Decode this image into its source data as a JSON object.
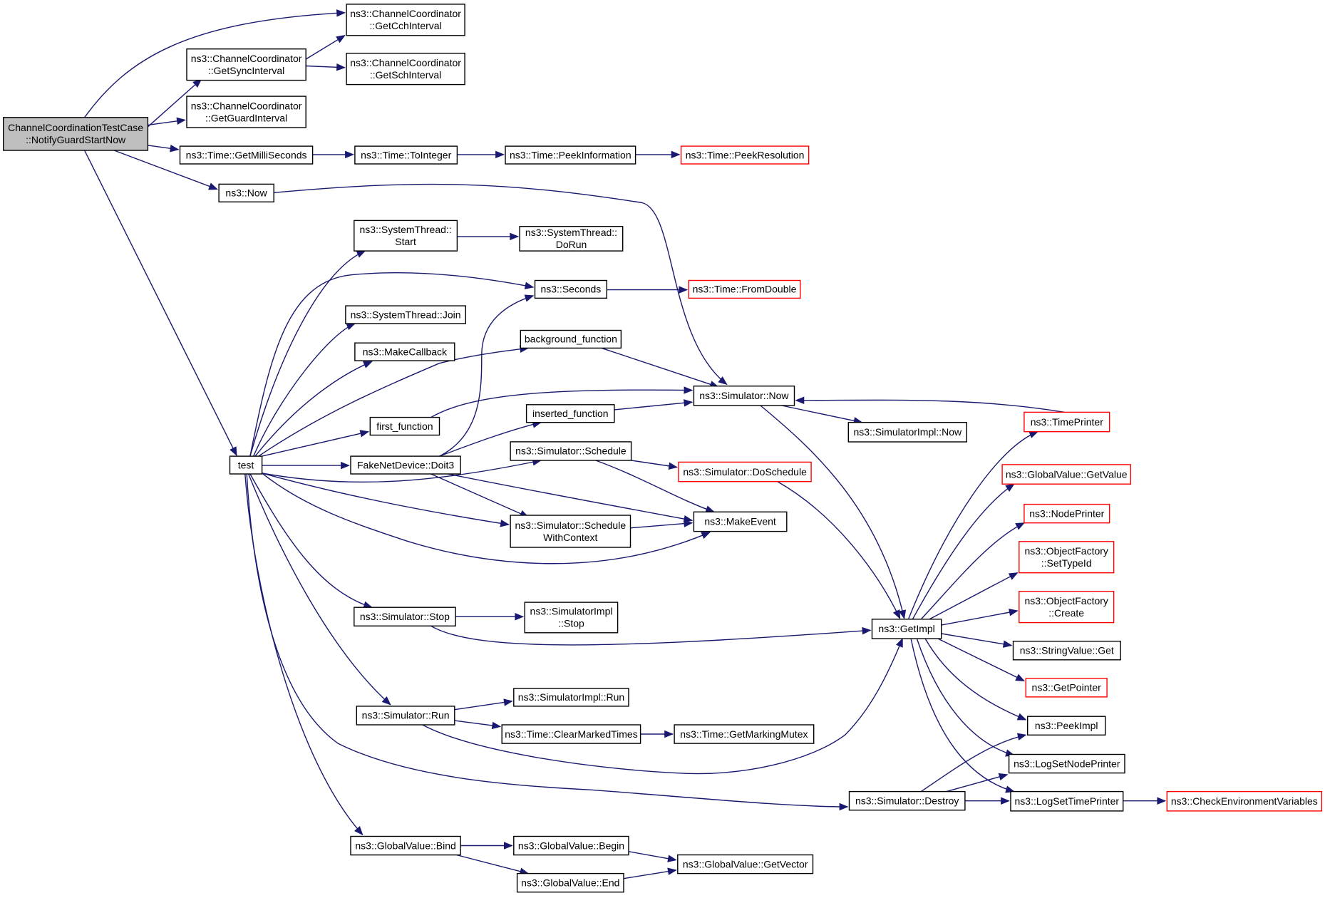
{
  "colors": {
    "edge": "#191970",
    "external_node_border": "#ff0000",
    "root_fill": "#bfbfbf"
  },
  "nodes": [
    {
      "id": "root",
      "lines": [
        "ChannelCoordinationTestCase",
        "::NotifyGuardStartNow"
      ],
      "kind": "root"
    },
    {
      "id": "getcch",
      "lines": [
        "ns3::ChannelCoordinator",
        "::GetCchInterval"
      ]
    },
    {
      "id": "getsync",
      "lines": [
        "ns3::ChannelCoordinator",
        "::GetSyncInterval"
      ]
    },
    {
      "id": "getsch",
      "lines": [
        "ns3::ChannelCoordinator",
        "::GetSchInterval"
      ]
    },
    {
      "id": "getguard",
      "lines": [
        "ns3::ChannelCoordinator",
        "::GetGuardInterval"
      ]
    },
    {
      "id": "getmilli",
      "lines": [
        "ns3::Time::GetMilliSeconds"
      ]
    },
    {
      "id": "tointeger",
      "lines": [
        "ns3::Time::ToInteger"
      ]
    },
    {
      "id": "peekinfo",
      "lines": [
        "ns3::Time::PeekInformation"
      ]
    },
    {
      "id": "peekres",
      "lines": [
        "ns3::Time::PeekResolution"
      ],
      "kind": "red"
    },
    {
      "id": "now",
      "lines": [
        "ns3::Now"
      ]
    },
    {
      "id": "test",
      "lines": [
        "test"
      ]
    },
    {
      "id": "ststart",
      "lines": [
        "ns3::SystemThread::",
        "Start"
      ]
    },
    {
      "id": "stdorun",
      "lines": [
        "ns3::SystemThread::",
        "DoRun"
      ]
    },
    {
      "id": "seconds",
      "lines": [
        "ns3::Seconds"
      ]
    },
    {
      "id": "fromdouble",
      "lines": [
        "ns3::Time::FromDouble"
      ],
      "kind": "red"
    },
    {
      "id": "stjoin",
      "lines": [
        "ns3::SystemThread::Join"
      ]
    },
    {
      "id": "makecallback",
      "lines": [
        "ns3::MakeCallback"
      ]
    },
    {
      "id": "bgfunc",
      "lines": [
        "background_function"
      ]
    },
    {
      "id": "simnow",
      "lines": [
        "ns3::Simulator::Now"
      ]
    },
    {
      "id": "firstfunc",
      "lines": [
        "first_function"
      ]
    },
    {
      "id": "insertedfunc",
      "lines": [
        "inserted_function"
      ]
    },
    {
      "id": "simimplnow",
      "lines": [
        "ns3::SimulatorImpl::Now"
      ]
    },
    {
      "id": "timeprinter",
      "lines": [
        "ns3::TimePrinter"
      ],
      "kind": "red"
    },
    {
      "id": "fakenet",
      "lines": [
        "FakeNetDevice::Doit3"
      ]
    },
    {
      "id": "simschedule",
      "lines": [
        "ns3::Simulator::Schedule"
      ]
    },
    {
      "id": "doschedule",
      "lines": [
        "ns3::Simulator::DoSchedule"
      ],
      "kind": "red"
    },
    {
      "id": "gvgetvalue",
      "lines": [
        "ns3::GlobalValue::GetValue"
      ],
      "kind": "red"
    },
    {
      "id": "nodeprinter",
      "lines": [
        "ns3::NodePrinter"
      ],
      "kind": "red"
    },
    {
      "id": "schedwithctx",
      "lines": [
        "ns3::Simulator::Schedule",
        "WithContext"
      ]
    },
    {
      "id": "makeevent",
      "lines": [
        "ns3::MakeEvent"
      ]
    },
    {
      "id": "ofsettypeid",
      "lines": [
        "ns3::ObjectFactory",
        "::SetTypeId"
      ],
      "kind": "red"
    },
    {
      "id": "ofcreate",
      "lines": [
        "ns3::ObjectFactory",
        "::Create"
      ],
      "kind": "red"
    },
    {
      "id": "simstop",
      "lines": [
        "ns3::Simulator::Stop"
      ]
    },
    {
      "id": "simimplstop",
      "lines": [
        "ns3::SimulatorImpl",
        "::Stop"
      ]
    },
    {
      "id": "getimpl",
      "lines": [
        "ns3::GetImpl"
      ]
    },
    {
      "id": "strvalget",
      "lines": [
        "ns3::StringValue::Get"
      ]
    },
    {
      "id": "getpointer",
      "lines": [
        "ns3::GetPointer"
      ],
      "kind": "red"
    },
    {
      "id": "simimplrun",
      "lines": [
        "ns3::SimulatorImpl::Run"
      ]
    },
    {
      "id": "simrun",
      "lines": [
        "ns3::Simulator::Run"
      ]
    },
    {
      "id": "clearmarked",
      "lines": [
        "ns3::Time::ClearMarkedTimes"
      ]
    },
    {
      "id": "getmarkingmutex",
      "lines": [
        "ns3::Time::GetMarkingMutex"
      ]
    },
    {
      "id": "peekimpl",
      "lines": [
        "ns3::PeekImpl"
      ]
    },
    {
      "id": "logsetnodeprinter",
      "lines": [
        "ns3::LogSetNodePrinter"
      ]
    },
    {
      "id": "simdestroy",
      "lines": [
        "ns3::Simulator::Destroy"
      ]
    },
    {
      "id": "logsettimeprinter",
      "lines": [
        "ns3::LogSetTimePrinter"
      ]
    },
    {
      "id": "checkenv",
      "lines": [
        "ns3::CheckEnvironmentVariables"
      ],
      "kind": "red"
    },
    {
      "id": "gvbind",
      "lines": [
        "ns3::GlobalValue::Bind"
      ]
    },
    {
      "id": "gvbegin",
      "lines": [
        "ns3::GlobalValue::Begin"
      ]
    },
    {
      "id": "gvgetvector",
      "lines": [
        "ns3::GlobalValue::GetVector"
      ]
    },
    {
      "id": "gvend",
      "lines": [
        "ns3::GlobalValue::End"
      ]
    }
  ],
  "edges": [
    [
      "root",
      "getcch"
    ],
    [
      "root",
      "getsync"
    ],
    [
      "root",
      "getguard"
    ],
    [
      "root",
      "getmilli"
    ],
    [
      "root",
      "now"
    ],
    [
      "root",
      "test"
    ],
    [
      "getsync",
      "getcch"
    ],
    [
      "getsync",
      "getsch"
    ],
    [
      "getmilli",
      "tointeger"
    ],
    [
      "tointeger",
      "peekinfo"
    ],
    [
      "peekinfo",
      "peekres"
    ],
    [
      "now",
      "simnow"
    ],
    [
      "test",
      "ststart"
    ],
    [
      "test",
      "seconds"
    ],
    [
      "test",
      "stjoin"
    ],
    [
      "test",
      "makecallback"
    ],
    [
      "test",
      "bgfunc"
    ],
    [
      "test",
      "firstfunc"
    ],
    [
      "test",
      "fakenet"
    ],
    [
      "test",
      "simschedule"
    ],
    [
      "test",
      "schedwithctx"
    ],
    [
      "test",
      "makeevent"
    ],
    [
      "test",
      "simstop"
    ],
    [
      "test",
      "simrun"
    ],
    [
      "test",
      "simdestroy"
    ],
    [
      "test",
      "gvbind"
    ],
    [
      "ststart",
      "stdorun"
    ],
    [
      "seconds",
      "fromdouble"
    ],
    [
      "bgfunc",
      "simnow"
    ],
    [
      "firstfunc",
      "simnow"
    ],
    [
      "insertedfunc",
      "simnow"
    ],
    [
      "fakenet",
      "seconds"
    ],
    [
      "fakenet",
      "insertedfunc"
    ],
    [
      "fakenet",
      "schedwithctx"
    ],
    [
      "fakenet",
      "makeevent"
    ],
    [
      "simschedule",
      "doschedule"
    ],
    [
      "simschedule",
      "makeevent"
    ],
    [
      "schedwithctx",
      "makeevent"
    ],
    [
      "simnow",
      "simimplnow"
    ],
    [
      "simnow",
      "getimpl"
    ],
    [
      "timeprinter",
      "simnow"
    ],
    [
      "doschedule",
      "getimpl"
    ],
    [
      "simstop",
      "simimplstop"
    ],
    [
      "simstop",
      "getimpl"
    ],
    [
      "simrun",
      "simimplrun"
    ],
    [
      "simrun",
      "clearmarked"
    ],
    [
      "simrun",
      "getimpl"
    ],
    [
      "clearmarked",
      "getmarkingmutex"
    ],
    [
      "getimpl",
      "timeprinter"
    ],
    [
      "getimpl",
      "gvgetvalue"
    ],
    [
      "getimpl",
      "nodeprinter"
    ],
    [
      "getimpl",
      "ofsettypeid"
    ],
    [
      "getimpl",
      "ofcreate"
    ],
    [
      "getimpl",
      "strvalget"
    ],
    [
      "getimpl",
      "getpointer"
    ],
    [
      "getimpl",
      "peekimpl"
    ],
    [
      "getimpl",
      "logsetnodeprinter"
    ],
    [
      "getimpl",
      "logsettimeprinter"
    ],
    [
      "simdestroy",
      "peekimpl"
    ],
    [
      "simdestroy",
      "logsetnodeprinter"
    ],
    [
      "simdestroy",
      "logsettimeprinter"
    ],
    [
      "logsettimeprinter",
      "checkenv"
    ],
    [
      "gvbind",
      "gvbegin"
    ],
    [
      "gvbind",
      "gvend"
    ],
    [
      "gvbegin",
      "gvgetvector"
    ],
    [
      "gvend",
      "gvgetvector"
    ]
  ]
}
